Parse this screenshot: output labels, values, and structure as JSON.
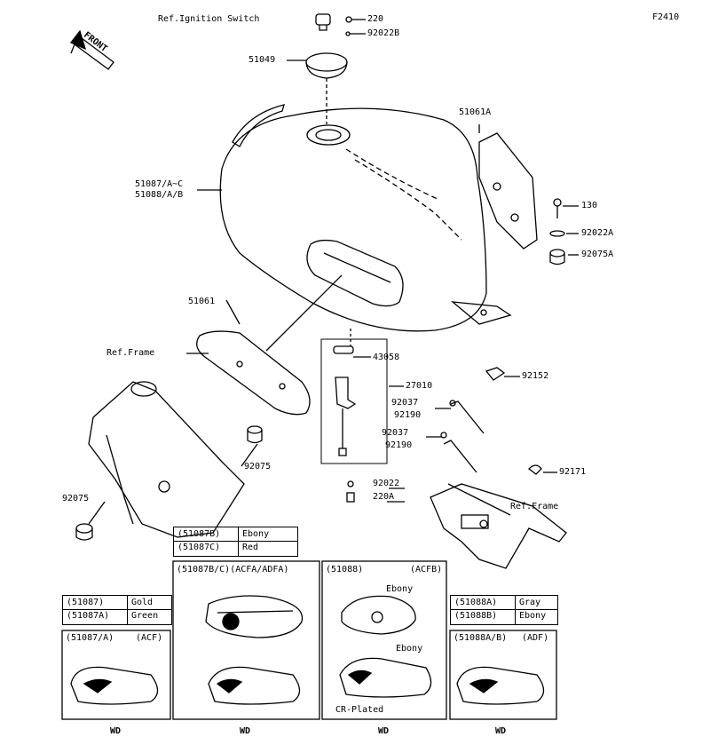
{
  "figure_code": "F2410",
  "front_label": "FRONT",
  "ref_ignition_switch": "Ref.Ignition Switch",
  "ref_frame_left": "Ref.Frame",
  "ref_frame_right": "Ref.Frame",
  "callouts": {
    "p220": "220",
    "p92022B": "92022B",
    "p51049": "51049",
    "p51061A": "51061A",
    "p51087": "51087/A~C",
    "p51088": "51088/A/B",
    "p130": "130",
    "p92022A": "92022A",
    "p92075A": "92075A",
    "p51061": "51061",
    "p43058": "43058",
    "p27010": "27010",
    "p92152": "92152",
    "p92037a": "92037",
    "p92190a": "92190",
    "p92037b": "92037",
    "p92190b": "92190",
    "p92171": "92171",
    "p92075r": "92075",
    "p92075l": "92075",
    "p92022": "92022",
    "p220A": "220A"
  },
  "color_table_mid": {
    "rows": [
      {
        "code": "(51087B)",
        "color": "Ebony"
      },
      {
        "code": "(51087C)",
        "color": "Red"
      }
    ]
  },
  "color_table_left": {
    "rows": [
      {
        "code": "(51087)",
        "color": "Gold"
      },
      {
        "code": "(51087A)",
        "color": "Green"
      }
    ]
  },
  "color_table_right": {
    "rows": [
      {
        "code": "(51088A)",
        "color": "Gray"
      },
      {
        "code": "(51088B)",
        "color": "Ebony"
      }
    ]
  },
  "panels": {
    "p1_title": "(51087/A)",
    "p1_tag": "(ACF)",
    "p2_title": "(51087B/C)(ACFA/ADFA)",
    "p3_title": "(51088)",
    "p3_tag": "(ACFB)",
    "p3_ebony1": "Ebony",
    "p3_ebony2": "Ebony",
    "p3_crplated": "CR-Plated",
    "p4_title": "(51088A/B)",
    "p4_tag": "(ADF)"
  },
  "wd_labels": [
    "WD",
    "WD",
    "WD",
    "WD"
  ]
}
